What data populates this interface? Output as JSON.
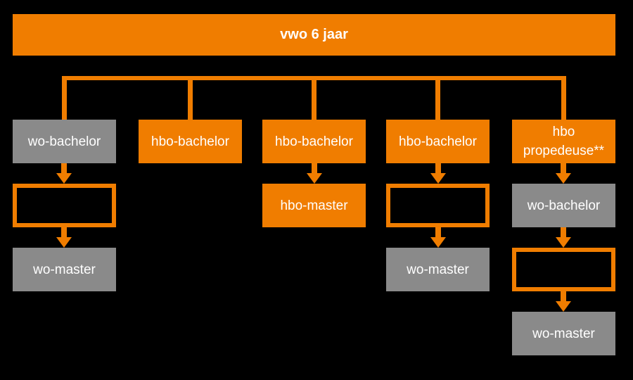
{
  "banner": {
    "label": "vwo 6 jaar"
  },
  "colors": {
    "background": "#000000",
    "orange": "#F07D00",
    "gray": "#8A8A8A",
    "text": "#FFFFFF"
  },
  "columns": [
    {
      "name": "column-1",
      "boxes": [
        {
          "variant": "gray",
          "lines": [
            "wo-bachelor"
          ]
        },
        {
          "variant": "outline",
          "lines": []
        },
        {
          "variant": "gray",
          "lines": [
            "wo-master"
          ]
        }
      ]
    },
    {
      "name": "column-2",
      "boxes": [
        {
          "variant": "orange",
          "lines": [
            "hbo-bachelor"
          ]
        }
      ]
    },
    {
      "name": "column-3",
      "boxes": [
        {
          "variant": "orange",
          "lines": [
            "hbo-bachelor"
          ]
        },
        {
          "variant": "orange",
          "lines": [
            "hbo-master"
          ]
        }
      ]
    },
    {
      "name": "column-4",
      "boxes": [
        {
          "variant": "orange",
          "lines": [
            "hbo-bachelor"
          ]
        },
        {
          "variant": "outline",
          "lines": []
        },
        {
          "variant": "gray",
          "lines": [
            "wo-master"
          ]
        }
      ]
    },
    {
      "name": "column-5",
      "boxes": [
        {
          "variant": "orange",
          "lines": [
            "hbo",
            "propedeuse**"
          ]
        },
        {
          "variant": "gray",
          "lines": [
            "wo-bachelor"
          ]
        },
        {
          "variant": "outline",
          "lines": []
        },
        {
          "variant": "gray",
          "lines": [
            "wo-master"
          ]
        }
      ]
    }
  ]
}
